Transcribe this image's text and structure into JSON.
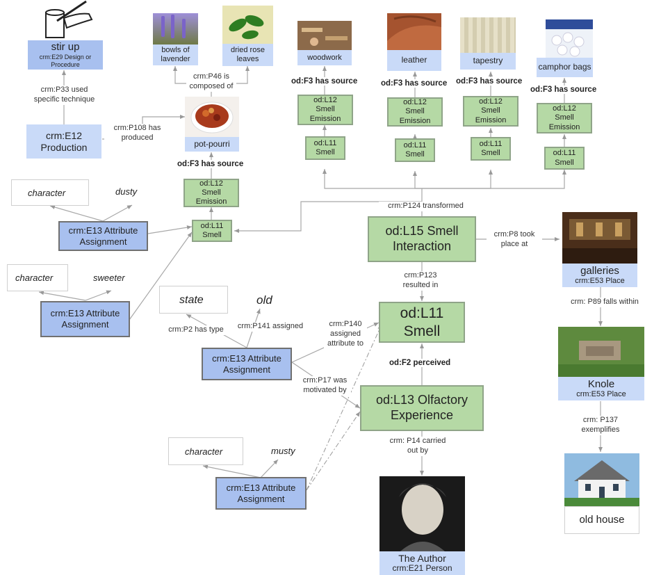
{
  "colors": {
    "green": "#b5d9a5",
    "blue": "#a8c0ef",
    "light_blue": "#c9daf8",
    "edge": "#999999"
  },
  "nodes": {
    "stir_up": {
      "title": "stir up",
      "sub": "crm:E29 Design or Procedure"
    },
    "production": {
      "line1": "crm:E12",
      "line2": "Production"
    },
    "lavender": "bowls of lavender",
    "rose": "dried rose leaves",
    "potpourri": "pot-pourri",
    "woodwork": "woodwork",
    "leather": "leather",
    "tapestry": "tapestry",
    "camphor": "camphor bags",
    "l12": [
      "od:L12",
      "Smell",
      "Emission"
    ],
    "l11": [
      "od:L11",
      "Smell"
    ],
    "l15": [
      "od:L15 Smell",
      "Interaction"
    ],
    "smell": [
      "od:L11",
      "Smell"
    ],
    "l13": [
      "od:L13 Olfactory",
      "Experience"
    ],
    "galleries": {
      "title": "galleries",
      "sub": "crm:E53 Place"
    },
    "knole": {
      "title": "Knole",
      "sub": "crm:E53 Place"
    },
    "old_house": "old house",
    "author": {
      "title": "The Author",
      "sub": "crm:E21 Person"
    },
    "attr": [
      "crm:E13 Attribute",
      "Assignment"
    ]
  },
  "values": {
    "character": "character",
    "dusty": "dusty",
    "sweeter": "sweeter",
    "state": "state",
    "old": "old",
    "musty": "musty"
  },
  "edges": {
    "p33": "crm:P33 used specific technique",
    "p108": "crm:P108 has produced",
    "p46": "crm:P46 is composed of",
    "f3": "od:F3 has source",
    "p124": "crm:P124 transformed",
    "p8": "crm:P8 took place at",
    "p123": "crm:P123 resulted in",
    "f2": "od:F2 perceived",
    "p89": "crm: P89 falls within",
    "p137": "crm: P137 exemplifies",
    "p14": "crm: P14 carried out by",
    "p2": "crm:P2 has type",
    "p141": "crm:P141 assigned",
    "p140": "crm:P140 assigned attribute to",
    "p17": "crm:P17 was motivated by"
  }
}
